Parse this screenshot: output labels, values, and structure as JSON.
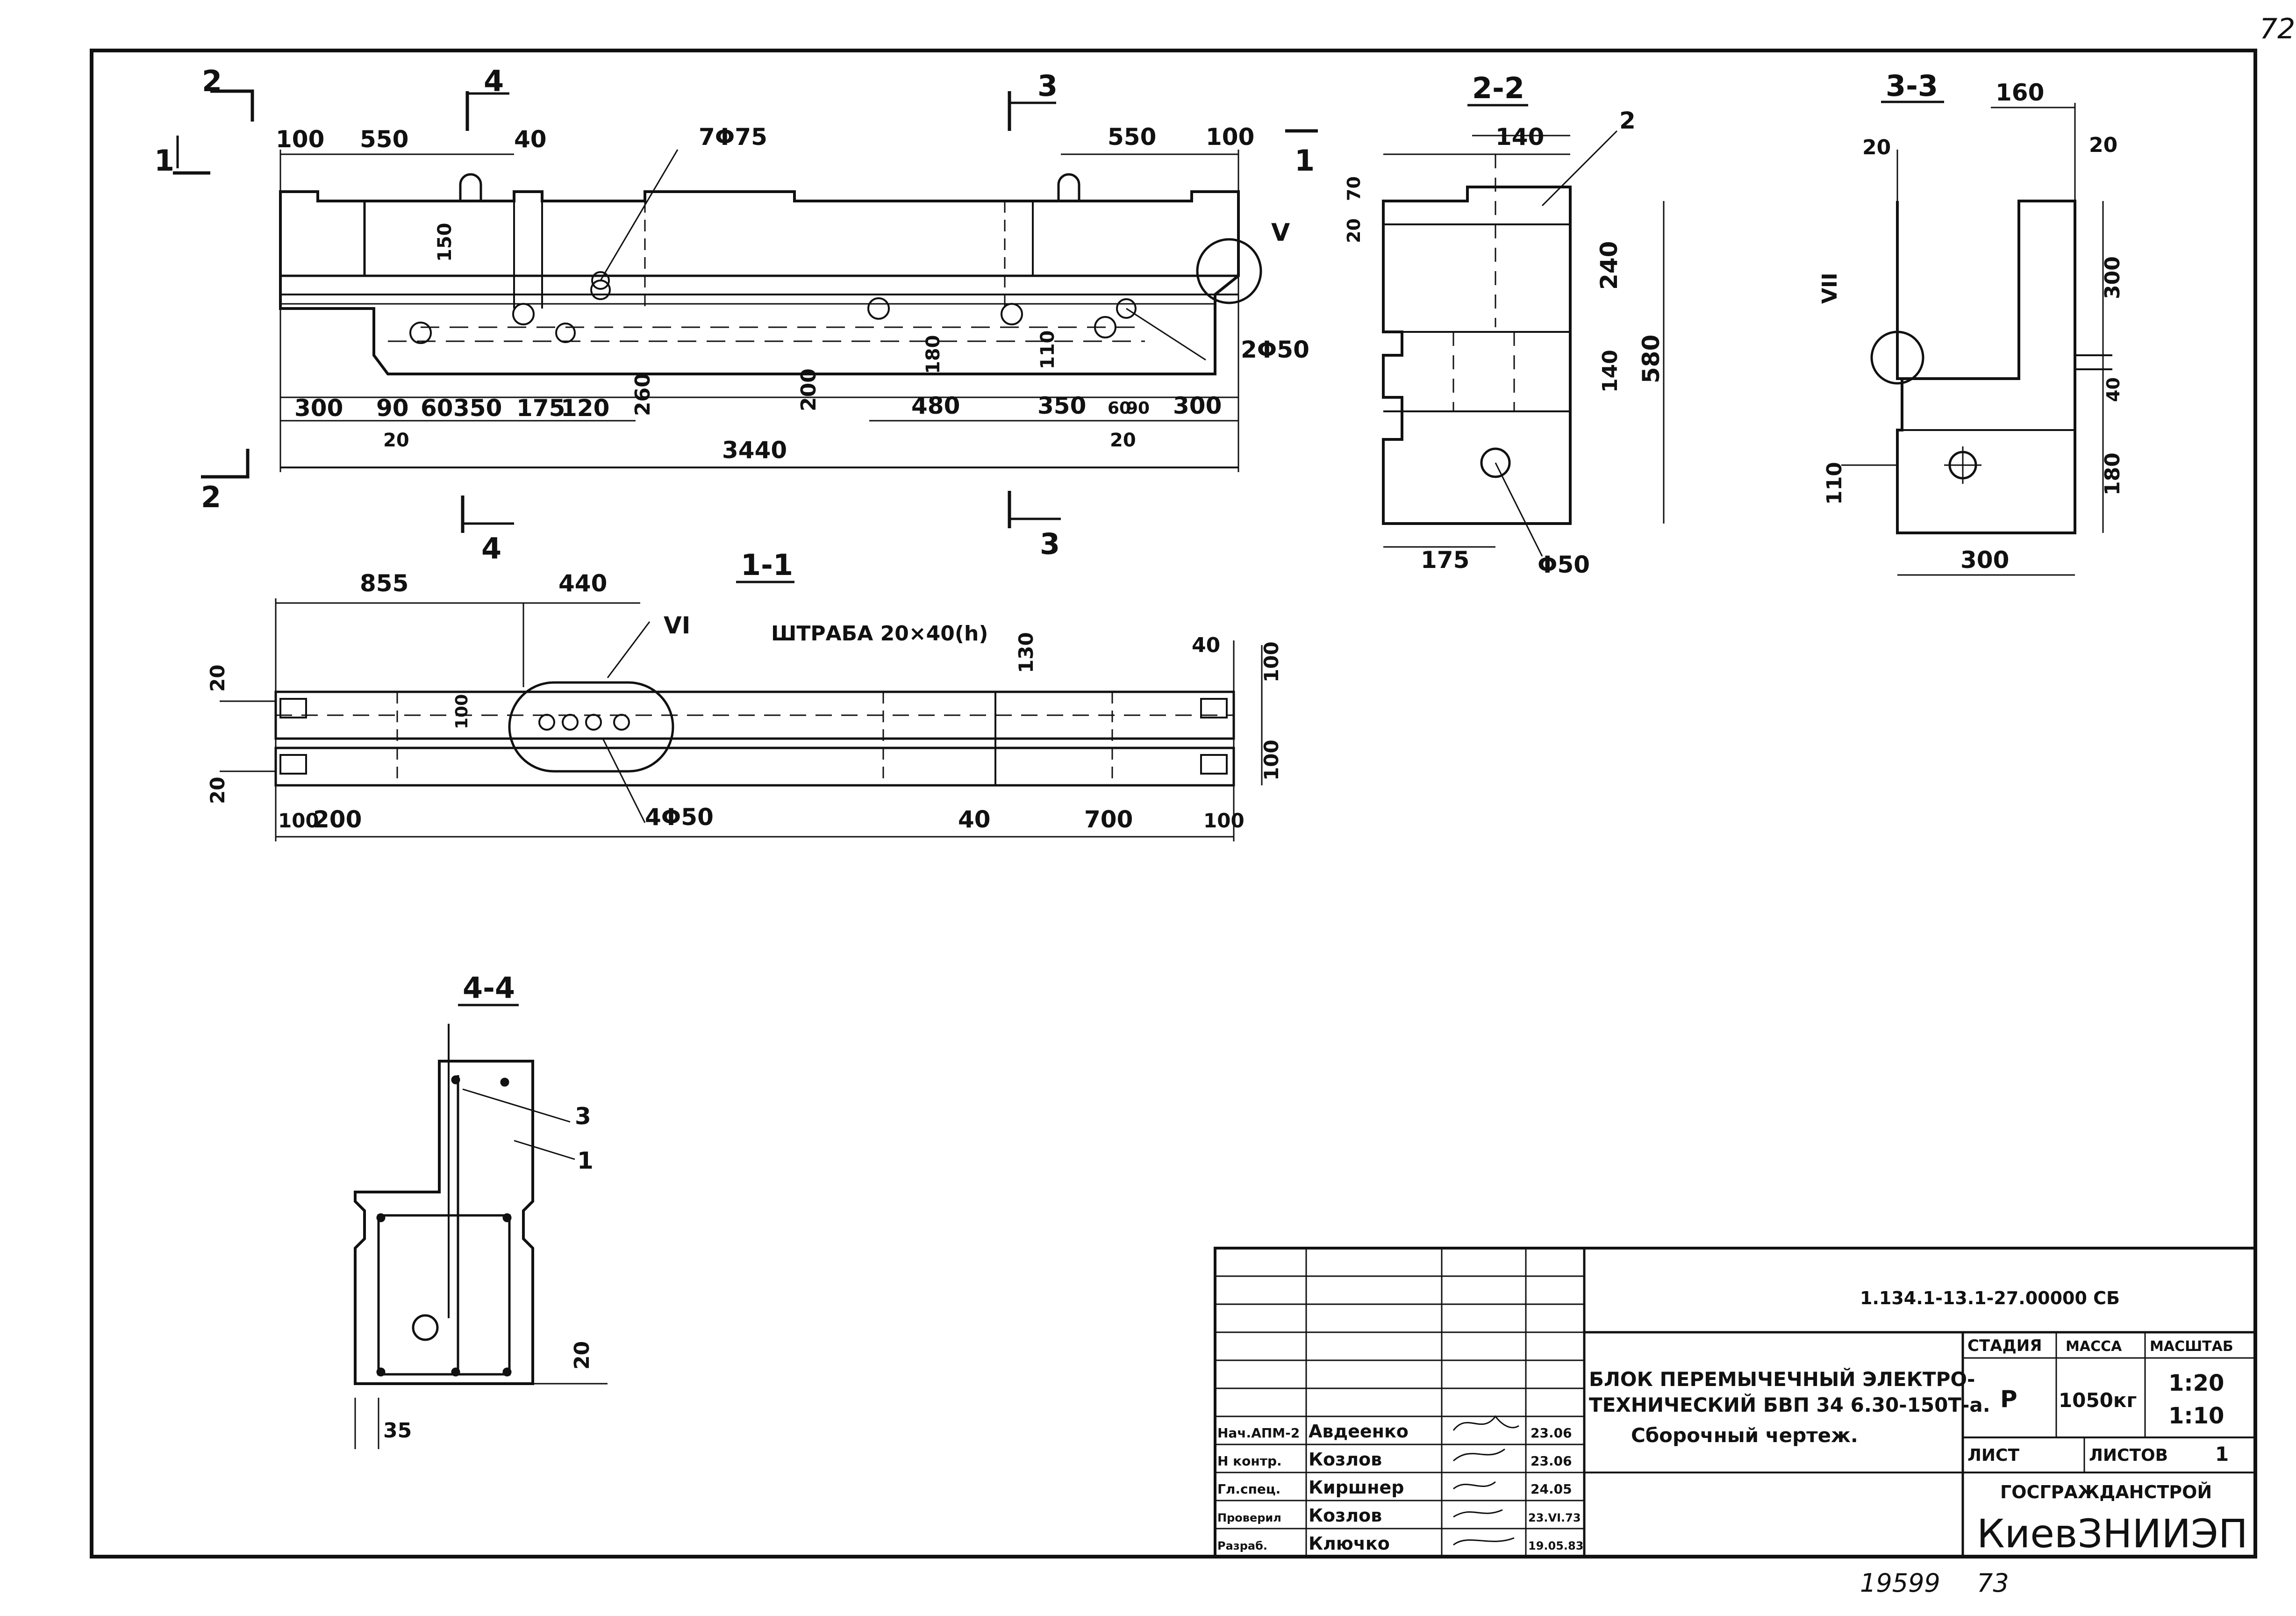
{
  "sheet_number": "72",
  "bottom_notes": {
    "inventory": "19599",
    "page": "73"
  },
  "elevation": {
    "section_marks": {
      "s1": "1",
      "s2": "2",
      "s3": "3",
      "s4": "4"
    },
    "dims_top": [
      "100",
      "550",
      "40",
      "550",
      "100"
    ],
    "dims_bottom": [
      "300",
      "90",
      "60",
      "350",
      "175",
      "120",
      "480",
      "350",
      "60",
      "90",
      "300"
    ],
    "dims_offsets": [
      "20",
      "20"
    ],
    "overall": "3440",
    "vertical": [
      "150",
      "260",
      "200",
      "180",
      "110"
    ],
    "callouts": {
      "holes_top": "7Φ75",
      "holes_end": "2Φ50",
      "detail": "V"
    }
  },
  "section_1_1": {
    "title": "1-1",
    "dims_top": [
      "855",
      "440",
      "40"
    ],
    "slot_note": "ШТРАБА 20×40(h)",
    "detail": "VI",
    "vertical": [
      "20",
      "20",
      "100",
      "130",
      "100",
      "100"
    ],
    "dims_bottom": [
      "100",
      "200",
      "40",
      "700",
      "100"
    ],
    "holes": "4Φ50"
  },
  "section_2_2": {
    "title": "2-2",
    "dims": [
      "140",
      "70",
      "20",
      "240",
      "580",
      "140",
      "175"
    ],
    "callout": "2",
    "hole": "Φ50"
  },
  "section_3_3": {
    "title": "3-3",
    "dims": [
      "160",
      "20",
      "20",
      "300",
      "40",
      "180",
      "110",
      "300"
    ],
    "detail": "VII"
  },
  "section_4_4": {
    "title": "4-4",
    "callouts": [
      "3",
      "1"
    ],
    "dims": [
      "20",
      "35"
    ]
  },
  "title_block": {
    "doc_code": "1.134.1-13.1-27.00000 СБ",
    "title_lines": [
      "БЛОК ПЕРЕМЫЧЕЧНЫЙ ЭЛЕКТРО-",
      "ТЕХНИЧЕСКИЙ БВП 34 6.30-150Т-а.",
      "Сборочный чертеж."
    ],
    "headers": {
      "stage": "СТАДИЯ",
      "mass": "МАССА",
      "scale": "МАСШТАБ"
    },
    "stage": "Р",
    "mass": "1050кг",
    "scales": [
      "1:20",
      "1:10"
    ],
    "sheet_label": "ЛИСТ",
    "sheets_label": "ЛИСТОВ",
    "sheets_count": "1",
    "org_top": "ГОСГРАЖДАНСТРОЙ",
    "org_bottom": "КиевЗНИИЭП",
    "signatures": [
      {
        "role": "Нач.АПМ-2",
        "name": "Авдеенко",
        "date": "23.06"
      },
      {
        "role": "Н контр.",
        "name": "Козлов",
        "date": "23.06"
      },
      {
        "role": "Гл.спец.",
        "name": "Киршнер",
        "date": "24.05"
      },
      {
        "role": "Проверил",
        "name": "Козлов",
        "date": "23.VI.73"
      },
      {
        "role": "Разраб.",
        "name": "Ключко",
        "date": "19.05.83"
      }
    ]
  }
}
